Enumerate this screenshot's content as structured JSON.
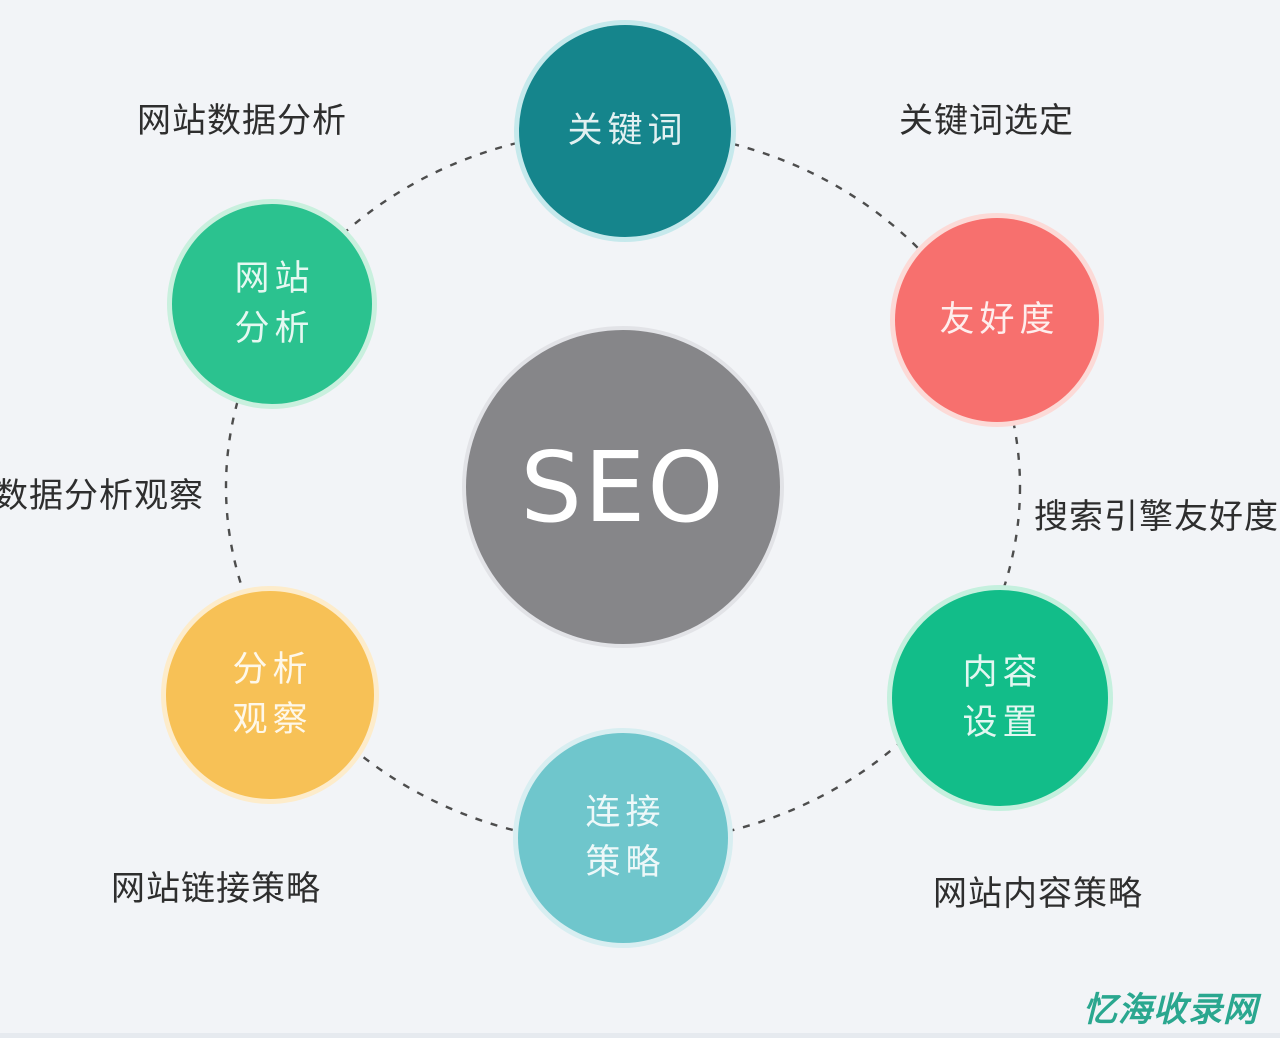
{
  "center": {
    "label": "SEO"
  },
  "nodes": {
    "keywords": {
      "label": "关键词"
    },
    "site_analysis": {
      "line1": "网站",
      "line2": "分析"
    },
    "friendliness": {
      "label": "友好度"
    },
    "analysis_observation": {
      "line1": "分析",
      "line2": "观察"
    },
    "link_strategy": {
      "line1": "连接",
      "line2": "策略"
    },
    "content_setting": {
      "line1": "内容",
      "line2": "设置"
    }
  },
  "outer_labels": {
    "top_left": "网站数据分析",
    "top_right": "关键词选定",
    "left": "数据分析观察",
    "right": "搜索引擎友好度",
    "bottom_left": "网站链接策略",
    "bottom_right": "网站内容策略"
  },
  "watermark": {
    "text": "忆海收录网"
  },
  "colors": {
    "background": "#f2f4f7",
    "center": "#868689",
    "keywords": "#15858c",
    "site_analysis": "#2bc28f",
    "friendliness": "#f7706e",
    "analysis_observation": "#f7c156",
    "link_strategy": "#6fc6cc",
    "content_setting": "#12bd89",
    "watermark": "#2aa78f",
    "label_text": "#2e2e2e"
  }
}
